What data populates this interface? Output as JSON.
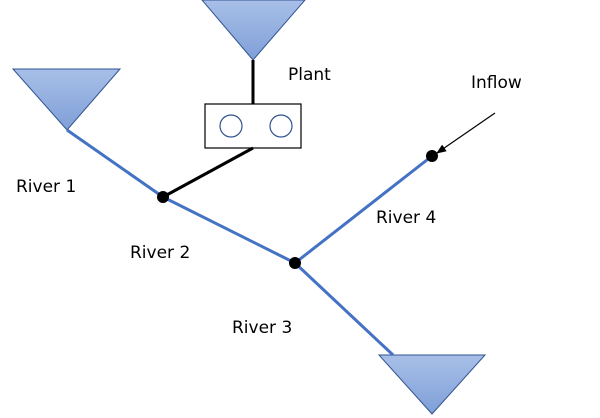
{
  "labels": {
    "plant": "Plant",
    "inflow": "Inflow",
    "river1": "River 1",
    "river2": "River 2",
    "river3": "River 3",
    "river4": "River 4"
  },
  "colors": {
    "river": "#4472c4",
    "reservoir_fill": "#8faadc",
    "reservoir_gradient_top": "#a5bde6",
    "reservoir_outline": "#2f528f",
    "connector": "#000000",
    "node": "#000000"
  }
}
